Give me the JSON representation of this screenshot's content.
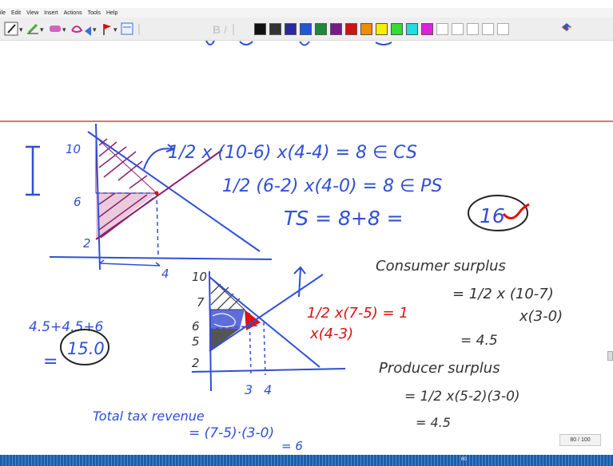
{
  "menu": [
    "ile",
    "Edit",
    "View",
    "Insert",
    "Actions",
    "Tools",
    "Help"
  ],
  "toolbar": {
    "palette": [
      "#111111",
      "#333333",
      "#2a2aa0",
      "#2255dd",
      "#1b8a3a",
      "#7a1a8a",
      "#d41111",
      "#f08c00",
      "#f5f000",
      "#33dd33",
      "#22dddd",
      "#dd22dd"
    ],
    "empty_swatches": 5
  },
  "colors": {
    "ink_blue": "#2f4fd8",
    "ink_red": "#e01010",
    "shade_gray": "#666666",
    "status": "#1a5fa8"
  },
  "notes": {
    "top": {
      "cs_calc": "1/2 x (10-6) x(4-4) = 8 ∈ CS",
      "ps_calc": "1/2 (6-2) x(4-0) = 8 ∈ PS",
      "ts_calc": "TS = 8+8 =",
      "ts_result": "16",
      "graph_labels": {
        "y10": "10",
        "y6": "6",
        "y2": "2",
        "x4": "4",
        "roman": "I"
      }
    },
    "bottom": {
      "graph_labels": {
        "y10": "10",
        "y7": "7",
        "y6": "6",
        "y5": "5",
        "y2": "2",
        "x3": "3",
        "x4": "4"
      },
      "sum_calc": "4.5+4.5+6",
      "sum_result": "15.0",
      "tax_calc_line1": "1/2 x(7-5) = 1",
      "tax_calc_line2": "x(4-3)",
      "consumer_title": "Consumer surplus",
      "consumer_line1": "= 1/2 x (10-7)",
      "consumer_line2": "x(3-0)",
      "consumer_result": "= 4.5",
      "producer_title": "Producer surplus",
      "producer_line1": "= 1/2 x(5-2)(3-0)",
      "producer_result": "= 4.5",
      "revenue_title": "Total tax revenue",
      "revenue_line1": "= (7-5)·(3-0)",
      "revenue_result": "= 6"
    }
  },
  "page_indicator": "80 / 100",
  "status_page": "80"
}
